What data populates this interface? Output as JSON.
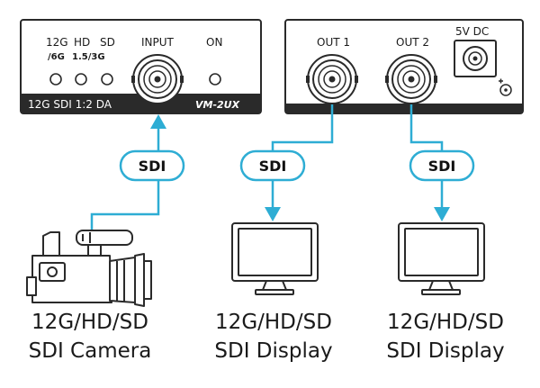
{
  "device_left": {
    "led_labels": [
      "12G",
      "HD",
      "SD"
    ],
    "led_sublabels": [
      "/6G",
      "1.5/3G"
    ],
    "input_label": "INPUT",
    "on_label": "ON",
    "strip_label": "12G SDI 1:2 DA",
    "model": "VM-2UX"
  },
  "device_right": {
    "out1_label": "OUT 1",
    "out2_label": "OUT 2",
    "power_label": "5V DC"
  },
  "connections": [
    {
      "label": "SDI"
    },
    {
      "label": "SDI"
    },
    {
      "label": "SDI"
    }
  ],
  "endpoints": [
    {
      "line1": "12G/HD/SD",
      "line2": "SDI Camera"
    },
    {
      "line1": "12G/HD/SD",
      "line2": "SDI Display"
    },
    {
      "line1": "12G/HD/SD",
      "line2": "SDI Display"
    }
  ],
  "colors": {
    "cable": "#2eadd4",
    "device_outline": "#2a2a2a",
    "text": "#1a1a1a"
  }
}
